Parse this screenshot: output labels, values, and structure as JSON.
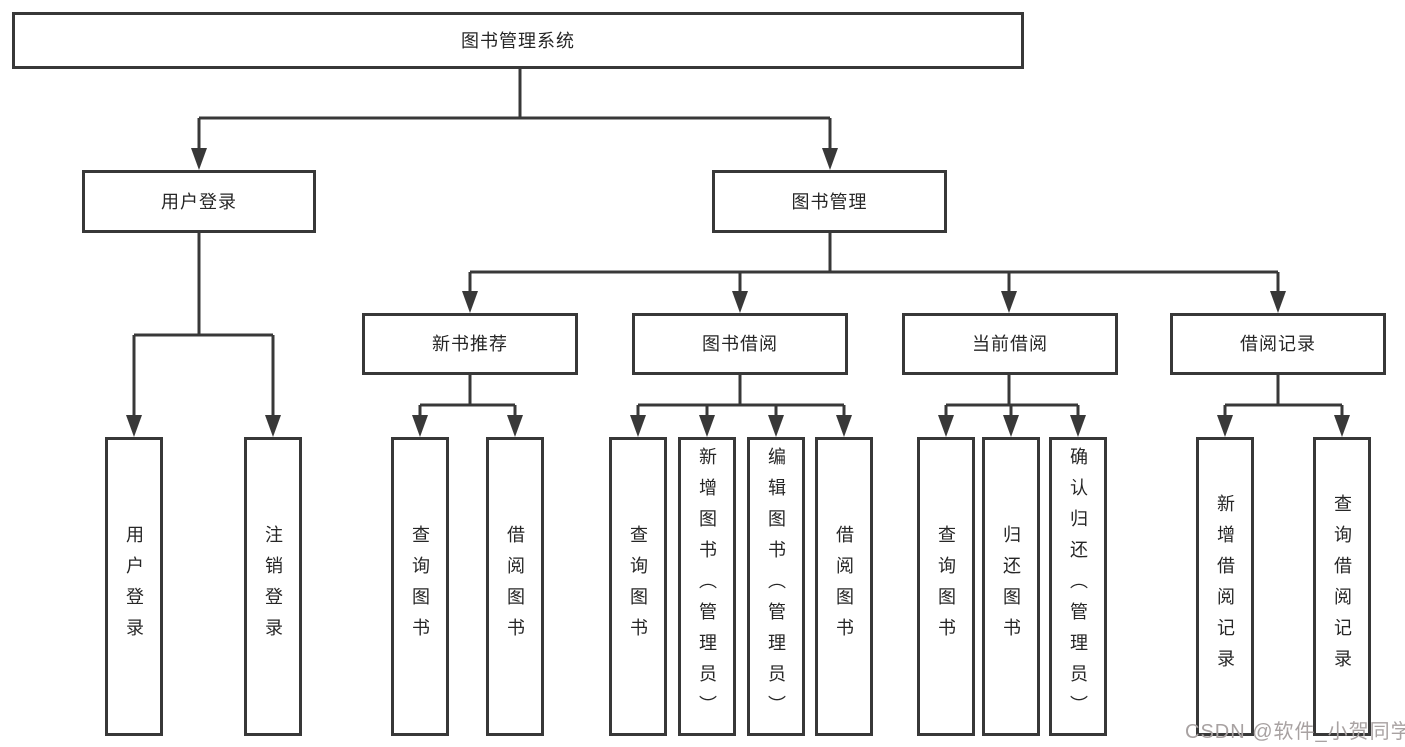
{
  "diagram": {
    "title": "图书管理系统",
    "type": "hierarchy-tree",
    "tree": {
      "label": "图书管理系统",
      "children": [
        {
          "label": "用户登录",
          "children": [
            {
              "label": "用户登录"
            },
            {
              "label": "注销登录"
            }
          ]
        },
        {
          "label": "图书管理",
          "children": [
            {
              "label": "新书推荐",
              "children": [
                {
                  "label": "查询图书"
                },
                {
                  "label": "借阅图书"
                }
              ]
            },
            {
              "label": "图书借阅",
              "children": [
                {
                  "label": "查询图书"
                },
                {
                  "label": "新增图书（管理员）"
                },
                {
                  "label": "编辑图书（管理员）"
                },
                {
                  "label": "借阅图书"
                }
              ]
            },
            {
              "label": "当前借阅",
              "children": [
                {
                  "label": "查询图书"
                },
                {
                  "label": "归还图书"
                },
                {
                  "label": "确认归还（管理员）"
                }
              ]
            },
            {
              "label": "借阅记录",
              "children": [
                {
                  "label": "新增借阅记录"
                },
                {
                  "label": "查询借阅记录"
                }
              ]
            }
          ]
        }
      ]
    },
    "colors": {
      "border": "#383838",
      "line": "#383838",
      "text": "#262626",
      "background": "#ffffff"
    }
  },
  "watermark": {
    "text": "CSDN @软件_小贺同学",
    "color": "#a8a2a2"
  }
}
